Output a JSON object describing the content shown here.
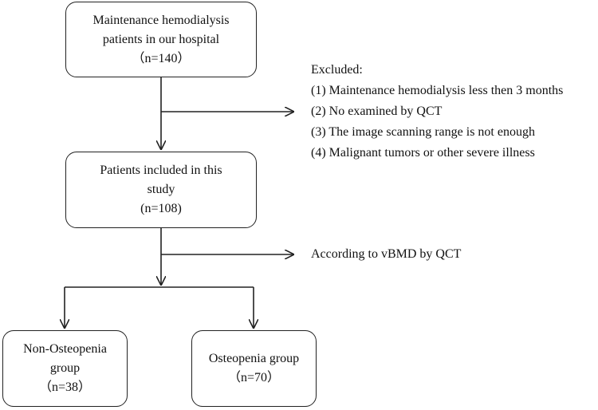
{
  "boxes": {
    "enrolled": {
      "lines": [
        "Maintenance hemodialysis",
        "patients in our hospital",
        "（n=140）"
      ]
    },
    "included": {
      "lines": [
        "Patients included in this",
        "study",
        "(n=108)"
      ]
    },
    "non_osteopenia": {
      "lines": [
        "Non-Osteopenia",
        "group",
        "（n=38）"
      ]
    },
    "osteopenia": {
      "lines": [
        "Osteopenia group",
        "（n=70）"
      ]
    }
  },
  "exclusion": {
    "heading": "Excluded:",
    "items": [
      "(1) Maintenance hemodialysis less then 3 months",
      "(2) No examined by QCT",
      "(3) The image scanning range is not enough",
      "(4) Malignant tumors or other severe illness"
    ]
  },
  "grouping_note": "According to vBMD by QCT"
}
